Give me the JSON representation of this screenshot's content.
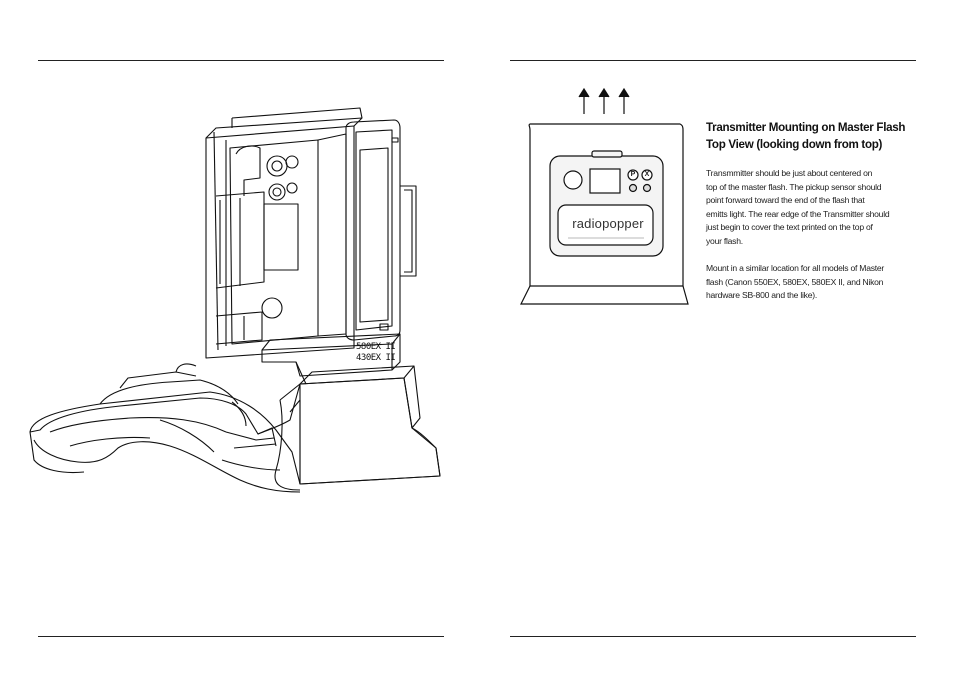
{
  "right_page": {
    "heading_lines": [
      "Transmitter Mounting on Master Flash",
      "Top View (looking down from top)"
    ],
    "paragraph1_lines": [
      "Transmmitter should be just about centered on",
      "top of the master flash.  The pickup sensor should",
      "point forward toward the end of the flash that",
      "emitts light. The rear edge of the Transmitter should",
      "just begin to cover the text printed on the top of",
      "your flash."
    ],
    "paragraph2_lines": [
      "Mount in a similar location for all models of Master",
      "flash (Canon 550EX, 580EX, 580EX II, and Nikon",
      "hardware SB-800 and the like)."
    ],
    "diagram": {
      "brand_name": "radiopopper",
      "button_p": "P",
      "button_x": "X"
    }
  },
  "left_page": {
    "mount_label_1": "580EX II",
    "mount_label_2": "430EX II"
  },
  "colors": {
    "ink": "#111111",
    "rule": "#222222",
    "device_fill": "#f4f4f4"
  }
}
